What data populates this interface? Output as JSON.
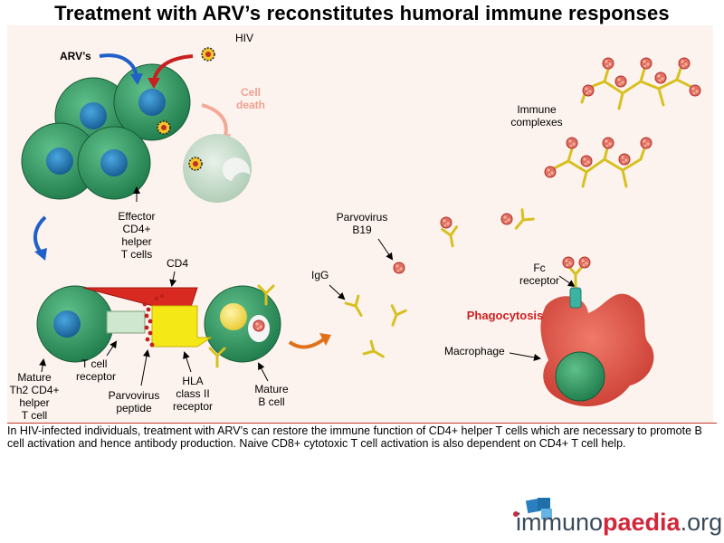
{
  "title": "Treatment with ARV’s reconstitutes humoral immune responses",
  "labels": {
    "hiv": "HIV",
    "arvs": "ARV’s",
    "cell_death_1": "Cell",
    "cell_death_2": "death",
    "immune_complexes_1": "Immune",
    "immune_complexes_2": "complexes",
    "effector_1": "Effector",
    "effector_2": "CD4+",
    "effector_3": "helper",
    "effector_4": "T cells",
    "cd4": "CD4",
    "parvovirus_1": "Parvovirus",
    "parvovirus_2": "B19",
    "igg": "IgG",
    "fc_1": "Fc",
    "fc_2": "receptor",
    "phagocytosis": "Phagocytosis",
    "macrophage": "Macrophage",
    "tcr_1": "T cell",
    "tcr_2": "receptor",
    "mature_th2_1": "Mature",
    "mature_th2_2": "Th2 CD4+",
    "mature_th2_3": "helper",
    "mature_th2_4": "T cell",
    "pep_1": "Parvovirus",
    "pep_2": "peptide",
    "hla_1": "HLA",
    "hla_2": "class II",
    "hla_3": "receptor",
    "bcell_1": "Mature",
    "bcell_2": "B cell"
  },
  "caption": "In HIV-infected individuals, treatment with ARV’s can restore the immune function of CD4+ helper T cells which are necessary to promote B cell activation and hence antibody production. Naive CD8+ cytotoxic T cell activation is also dependent on CD4+ T cell help.",
  "logo": {
    "prefix": "immuno",
    "middle": "paedia",
    "suffix": ".org"
  },
  "colors": {
    "cell_green": "#2e8b57",
    "nucleus_blue": "#1f6fa8",
    "virus_red": "#d9534f",
    "antibody_yellow": "#e8e030",
    "macrophage_red": "#d9534f",
    "phagocytosis_text": "#cc1f1f",
    "cell_death_text": "#f0a090"
  }
}
